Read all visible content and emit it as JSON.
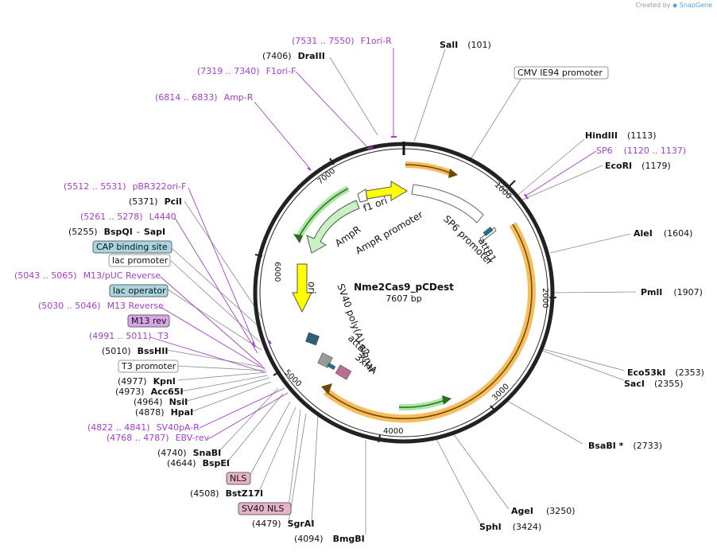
{
  "credit": {
    "prefix": "Created by",
    "brand": "SnapGene"
  },
  "plasmid": {
    "name": "Nme2Cas9_pCDest",
    "length": "7607 bp"
  },
  "ticks": [
    "1000",
    "2000",
    "3000",
    "4000",
    "5000",
    "6000",
    "7000"
  ],
  "inner_features": {
    "f1_ori": "f1 ori",
    "ampr_promoter": "AmpR promoter",
    "ampr": "AmpR",
    "sp6_promoter": "SP6 promoter",
    "attb1": "attB1",
    "ori": "ori",
    "sv40_polya": "SV40 poly(A) signal",
    "attb2": "attB2",
    "ha3x": "3xHA"
  },
  "right_labels": [
    {
      "name": "SalI",
      "pos": "(101)"
    },
    {
      "name": "CMV IE94 promoter",
      "pos": ""
    },
    {
      "name": "HindIII",
      "pos": "(1113)"
    },
    {
      "name": "SP6",
      "pos": "(1120 .. 1137)"
    },
    {
      "name": "EcoRI",
      "pos": "(1179)"
    },
    {
      "name": "AleI",
      "pos": "(1604)"
    },
    {
      "name": "PmlI",
      "pos": "(1907)"
    },
    {
      "name": "Eco53kI",
      "pos": "(2353)"
    },
    {
      "name": "SacI",
      "pos": "(2355)"
    },
    {
      "name": "BsaBI *",
      "pos": "(2733)"
    },
    {
      "name": "AgeI",
      "pos": "(3250)"
    },
    {
      "name": "SphI",
      "pos": "(3424)"
    },
    {
      "name": "BmgBI",
      "pos": "(4094)"
    }
  ],
  "left_labels": [
    {
      "pos": "(7531 .. 7550)",
      "name": "F1ori-R"
    },
    {
      "pos": "(7406)",
      "name": "DraIII"
    },
    {
      "pos": "(7319 .. 7340)",
      "name": "F1ori-F"
    },
    {
      "pos": "(6814 .. 6833)",
      "name": "Amp-R"
    },
    {
      "pos": "(5512 .. 5531)",
      "name": "pBR322ori-F"
    },
    {
      "pos": "(5371)",
      "name": "PciI"
    },
    {
      "pos": "(5261 .. 5278)",
      "name": "L4440"
    },
    {
      "pos": "(5255)",
      "name": "BspQI",
      "sep": "-",
      "name2": "SapI"
    },
    {
      "name": "CAP binding site"
    },
    {
      "name": "lac promoter"
    },
    {
      "pos": "(5043 .. 5065)",
      "name": "M13/pUC Reverse"
    },
    {
      "name": "lac operator"
    },
    {
      "pos": "(5030 .. 5046)",
      "name": "M13 Reverse"
    },
    {
      "name": "M13 rev"
    },
    {
      "pos": "(4991 .. 5011)",
      "name": "T3"
    },
    {
      "pos": "(5010)",
      "name": "BssHII"
    },
    {
      "name": "T3 promoter"
    },
    {
      "pos": "(4977)",
      "name": "KpnI"
    },
    {
      "pos": "(4973)",
      "name": "Acc65I"
    },
    {
      "pos": "(4964)",
      "name": "NsiI"
    },
    {
      "pos": "(4878)",
      "name": "HpaI"
    },
    {
      "pos": "(4822 .. 4841)",
      "name": "SV40pA-R"
    },
    {
      "pos": "(4768 .. 4787)",
      "name": "EBV-rev"
    },
    {
      "pos": "(4740)",
      "name": "SnaBI"
    },
    {
      "pos": "(4644)",
      "name": "BspEI"
    },
    {
      "name": "NLS"
    },
    {
      "pos": "(4508)",
      "name": "BstZ17I"
    },
    {
      "name": "SV40 NLS"
    },
    {
      "pos": "(4479)",
      "name": "SgrAI"
    }
  ],
  "colors": {
    "backbone": "#222222",
    "primer": "#a23fc9",
    "cds_orange": "#f5b041",
    "ampr_green": "#a8e6a1",
    "ori_yellow": "#ffff00",
    "cap_box": "#a9d5e0",
    "rev_box": "#d7a6e8",
    "nls_box": "#e7b3c8"
  }
}
